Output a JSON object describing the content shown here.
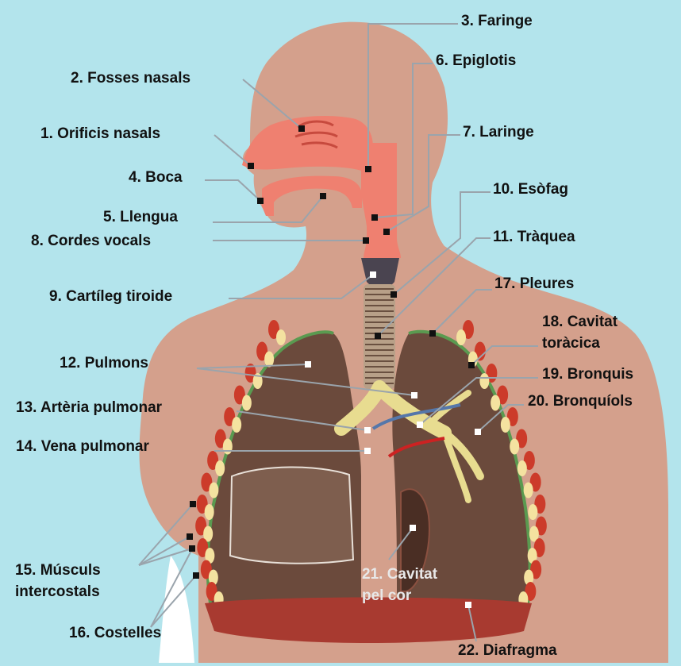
{
  "colors": {
    "background": "#b3e4ec",
    "body": "#d4a08c",
    "airway": "#ef8070",
    "airway_dark": "#c74a3e",
    "lung": "#6b4a3c",
    "lung_light": "#94776a",
    "pleura": "#5a9a50",
    "muscle": "#cc3b2a",
    "rib": "#f4e2a0",
    "diaphragm": "#a83a30",
    "trachea": "#b8a088",
    "bronchi": "#e8dc90",
    "leader": "#9aa4ac",
    "marker": "#111111"
  },
  "labels": {
    "l1": "1. Orificis nasals",
    "l2": "2. Fosses nasals",
    "l3": "3. Faringe",
    "l4": "4. Boca",
    "l5": "5. Llengua",
    "l6": "6. Epiglotis",
    "l7": "7. Laringe",
    "l8": "8. Cordes vocals",
    "l9": "9. Cartíleg tiroide",
    "l10": "10. Esòfag",
    "l11": "11. Tràquea",
    "l12": "12. Pulmons",
    "l13": "13. Artèria pulmonar",
    "l14": "14. Vena pulmonar",
    "l15a": "15. Músculs",
    "l15b": "intercostals",
    "l16": "16. Costelles",
    "l17": "17. Pleures",
    "l18a": "18. Cavitat",
    "l18b": "toràcica",
    "l19": "19. Bronquis",
    "l20": "20. Bronquíols",
    "l21a": "21. Cavitat",
    "l21b": "pel cor",
    "l22": "22. Diafragma"
  }
}
